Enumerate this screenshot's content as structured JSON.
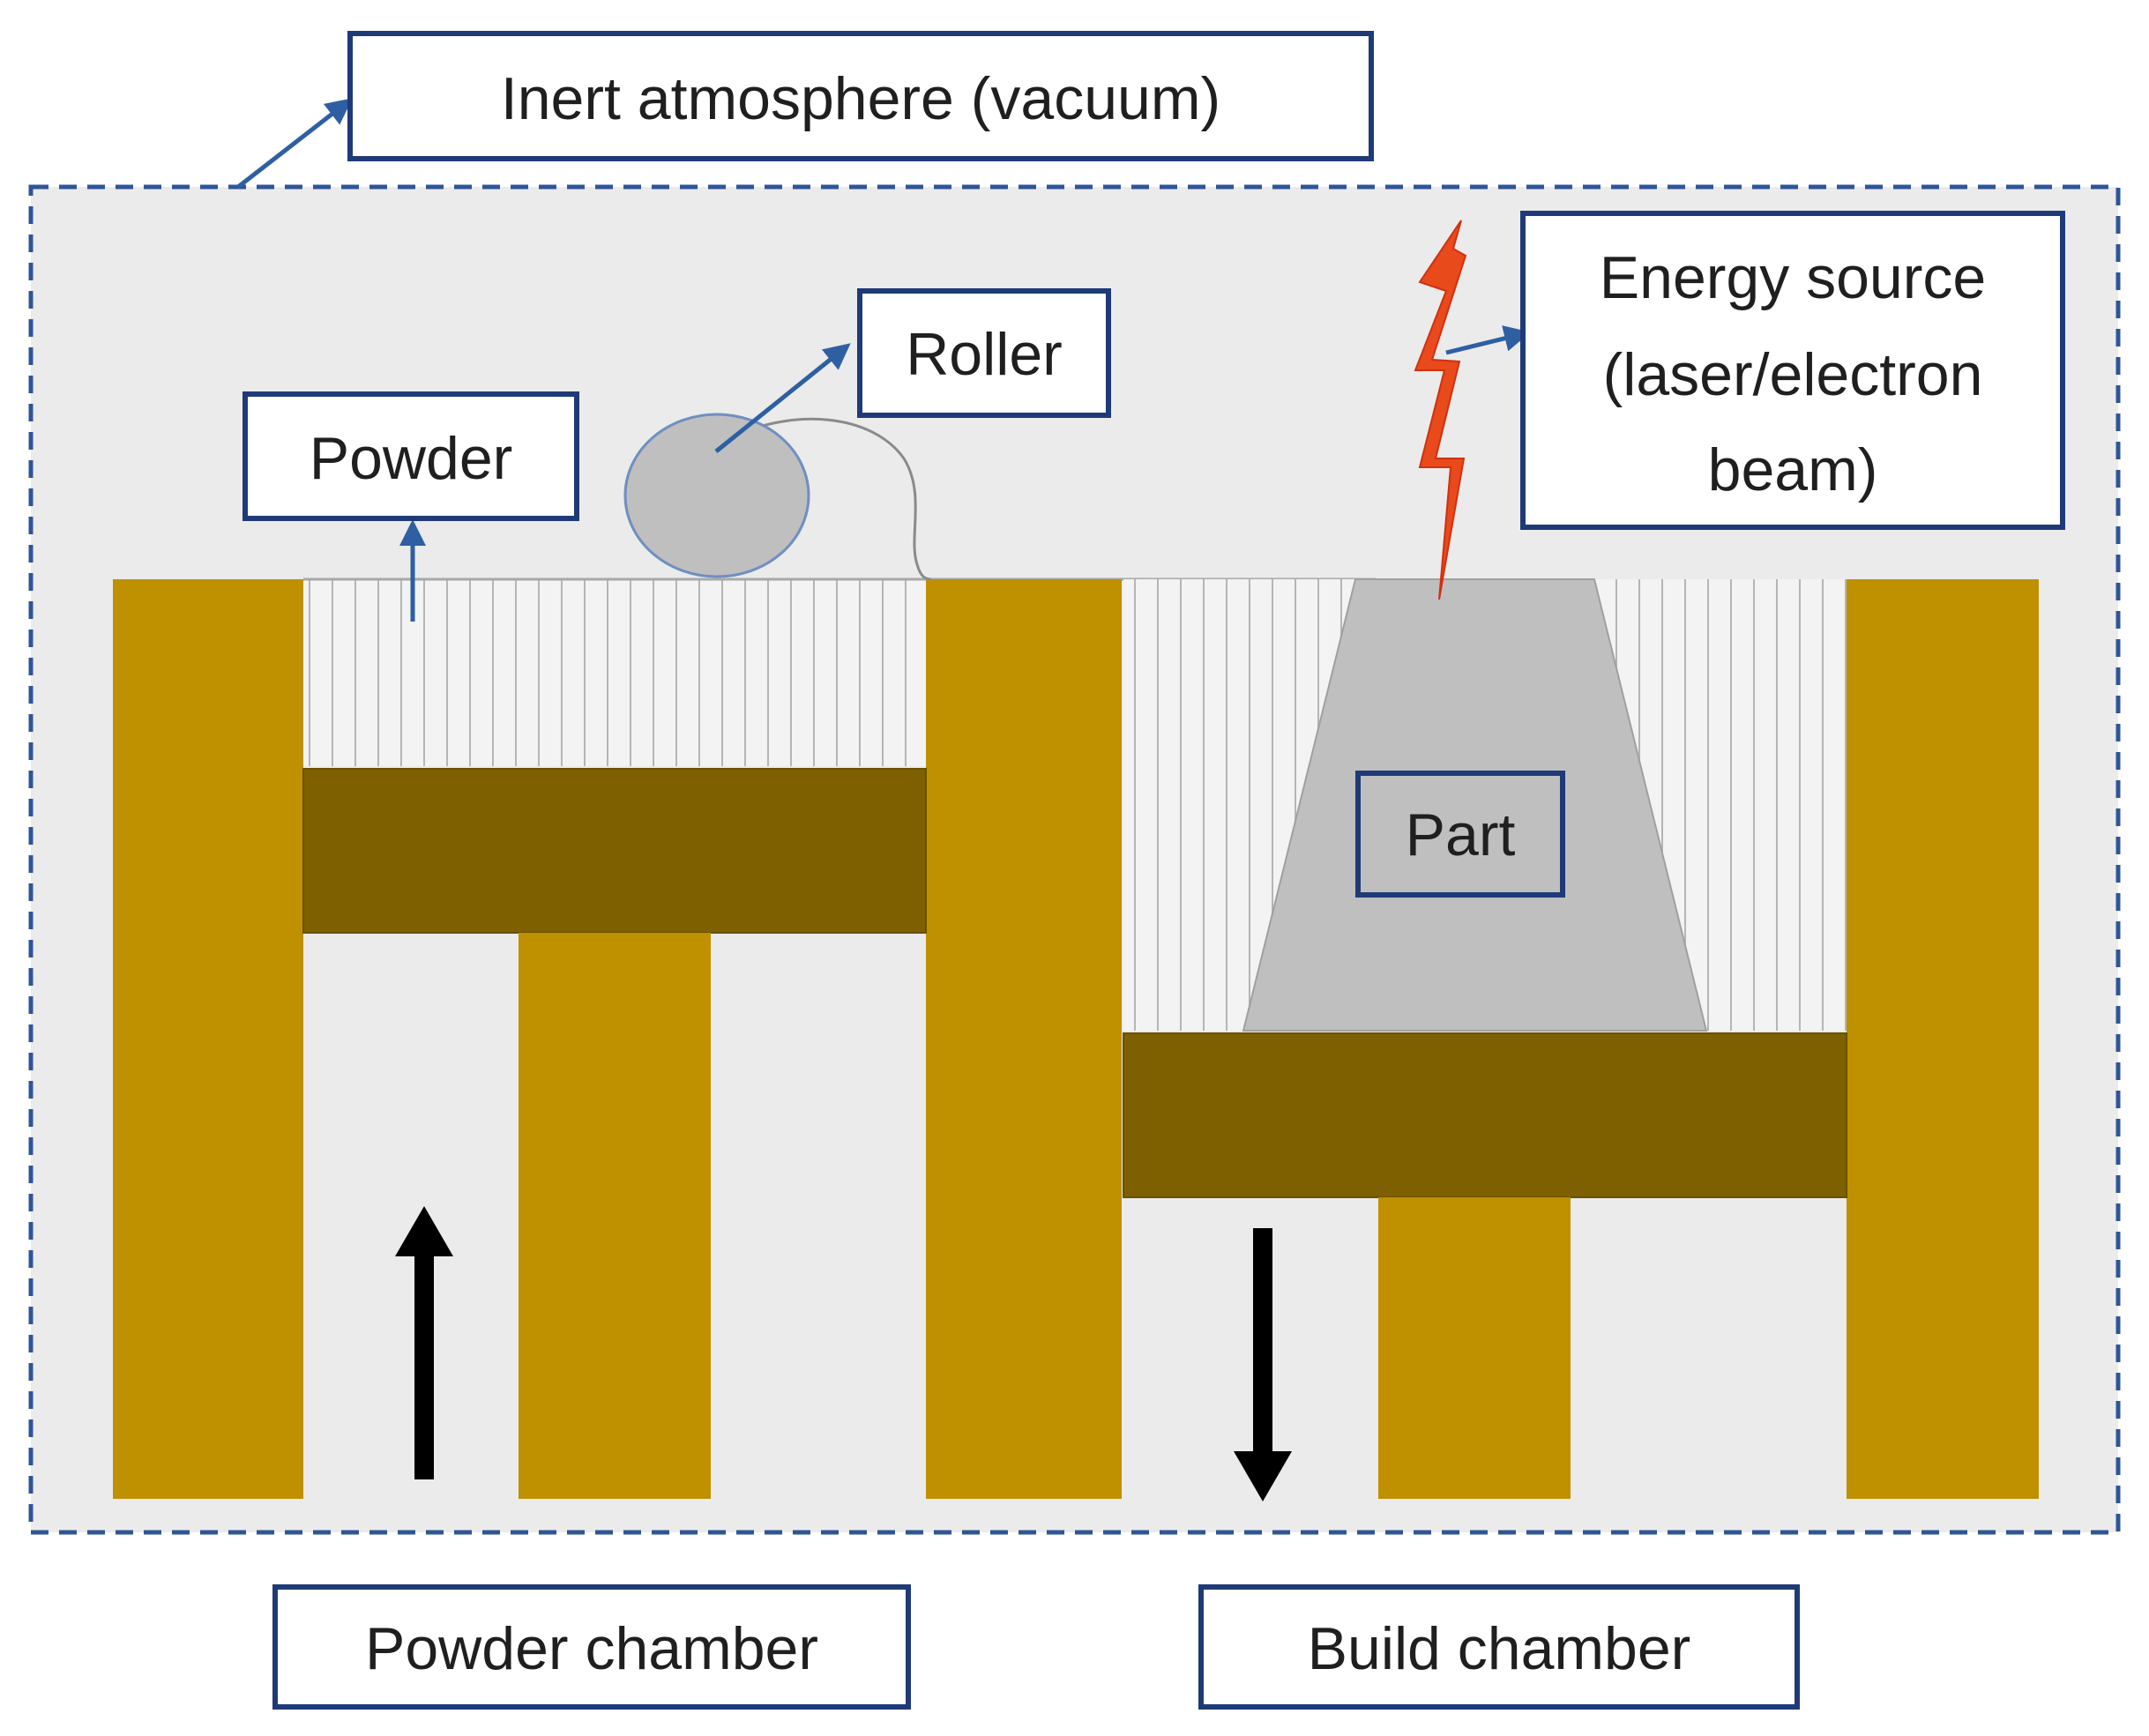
{
  "labels": {
    "atmosphere": "Inert atmosphere (vacuum)",
    "roller": "Roller",
    "powder": "Powder",
    "energy_line1": "Energy source",
    "energy_line2": "(laser/electron",
    "energy_line3": "beam)",
    "part": "Part",
    "powder_chamber": "Powder chamber",
    "build_chamber": "Build chamber"
  },
  "colors": {
    "enclosure_fill": "#ebebeb",
    "enclosure_border": "#2f5597",
    "wall": "#bf9000",
    "piston": "#7f6000",
    "powder_bed": "#f3f3f3",
    "part": "#bfbfbf",
    "roller": "#bfbfbf",
    "beam": "#e84a1b",
    "label_border": "#1f3a78",
    "pointer": "#2e5fa3",
    "motion_arrow": "#000000"
  },
  "motion": {
    "powder_piston": "up",
    "build_piston": "down"
  }
}
